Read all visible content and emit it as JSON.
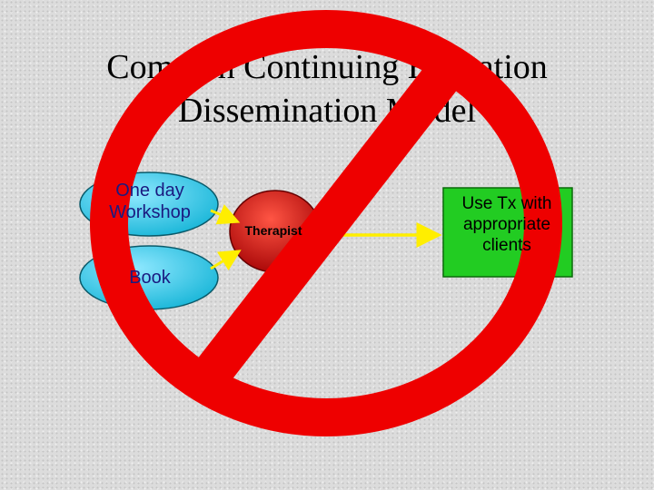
{
  "title": {
    "line1": "Common Continuing Education",
    "line2": "Dissemination Model"
  },
  "nodes": {
    "workshop": "One day Workshop",
    "book": "Book",
    "therapist": "Therapist",
    "outcome": "Use Tx with appropriate clients"
  },
  "colors": {
    "source_fill": "#33ccee",
    "therapist_fill": "#cc1111",
    "outcome_fill": "#22cc22",
    "arrow": "#ffee00",
    "prohibition": "#ee0000"
  },
  "overlay_icon": "prohibition-sign-icon"
}
